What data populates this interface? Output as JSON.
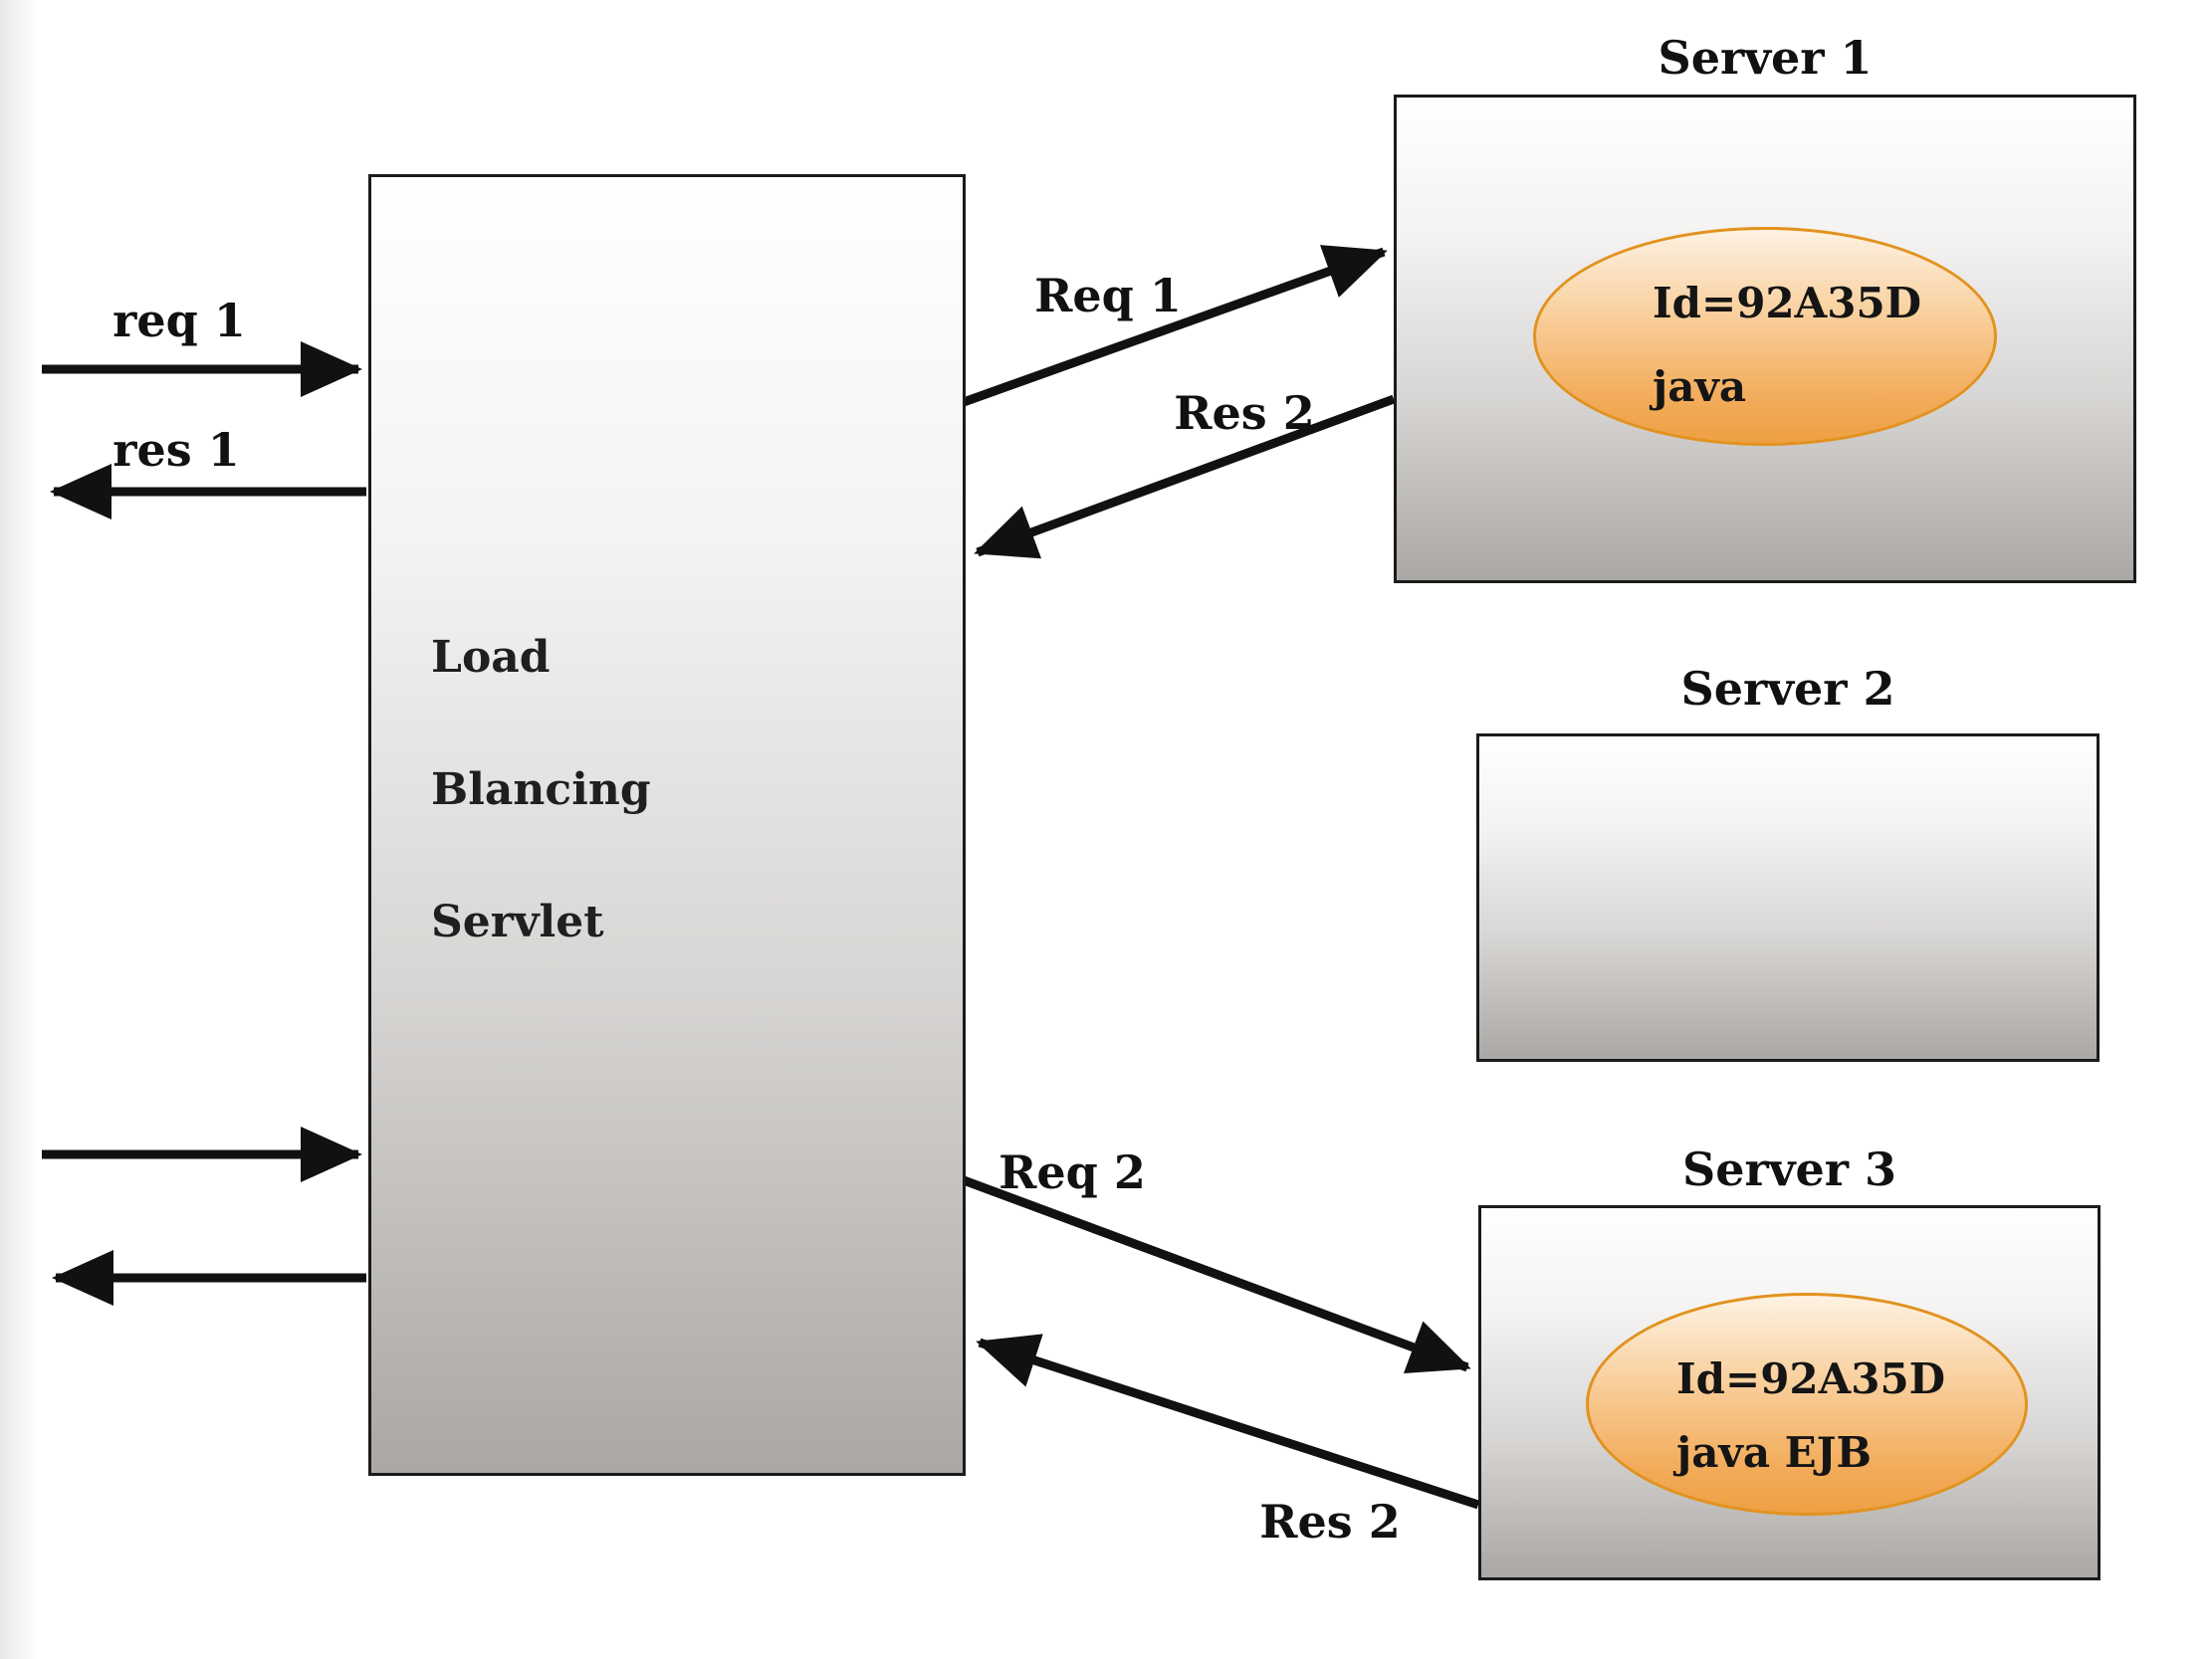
{
  "load_balancer": {
    "label_lines": [
      "Load",
      "Blancing",
      "Servlet"
    ]
  },
  "client_arrows": {
    "request_label": "req 1",
    "response_label": "res 1"
  },
  "balancer_arrows": {
    "to_server1_label": "Req 1",
    "from_server1_label": "Res 2",
    "to_server3_label": "Req 2",
    "from_server3_label": "Res 2"
  },
  "servers": [
    {
      "title": "Server 1",
      "session": {
        "id_line": "Id=92A35D",
        "tech_line": "java"
      }
    },
    {
      "title": "Server 2"
    },
    {
      "title": "Server 3",
      "session": {
        "id_line": "Id=92A35D",
        "tech_line": "java EJB"
      }
    }
  ],
  "colors": {
    "arrow": "#111111",
    "box_border": "#1b1b1b",
    "box_gradient_top": "#ffffff",
    "box_gradient_bottom": "#aaa7a4",
    "ellipse_border": "#e2921f",
    "ellipse_gradient_top": "#fdf2e2",
    "ellipse_gradient_bottom": "#eea043",
    "text": "#111111"
  }
}
